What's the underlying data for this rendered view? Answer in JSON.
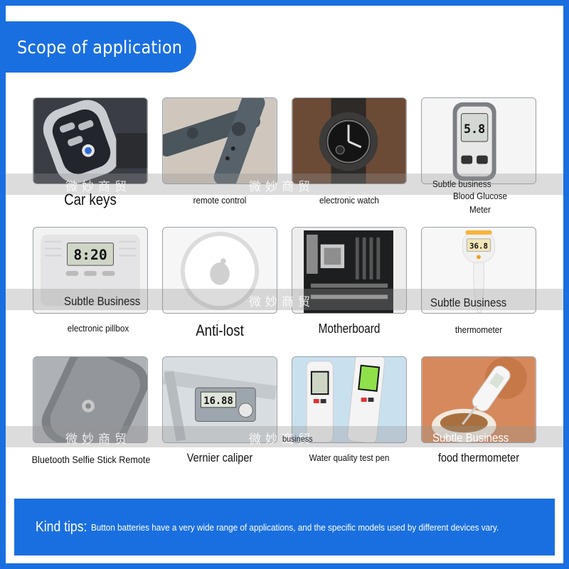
{
  "header": {
    "title": "Scope of application"
  },
  "watermark": {
    "text": "微妙商贸"
  },
  "items": [
    {
      "label": "Car keys"
    },
    {
      "label": "remote control"
    },
    {
      "label": "electronic watch"
    },
    {
      "label": "Blood Glucose Meter",
      "overlay": "Subtle business",
      "display": "5.8"
    },
    {
      "label": "electronic pillbox",
      "overlay": "Subtle Business",
      "display": "8:20"
    },
    {
      "label": "Anti-lost"
    },
    {
      "label": "Motherboard"
    },
    {
      "label": "thermometer",
      "overlay": "Subtle Business",
      "display": "36.8"
    },
    {
      "label": "Bluetooth Selfie Stick Remote"
    },
    {
      "label": "Vernier caliper",
      "display": "16.88"
    },
    {
      "label": "Water quality test pen",
      "overlay": "business"
    },
    {
      "label": "food thermometer",
      "overlay": "Subtle Business"
    }
  ],
  "tips": {
    "label": "Kind tips:",
    "text": "Button batteries have a very wide range of applications, and the specific models used by different devices vary."
  },
  "colors": {
    "accent": "#1a6fe0",
    "tile_border": "#9aa0a6"
  }
}
